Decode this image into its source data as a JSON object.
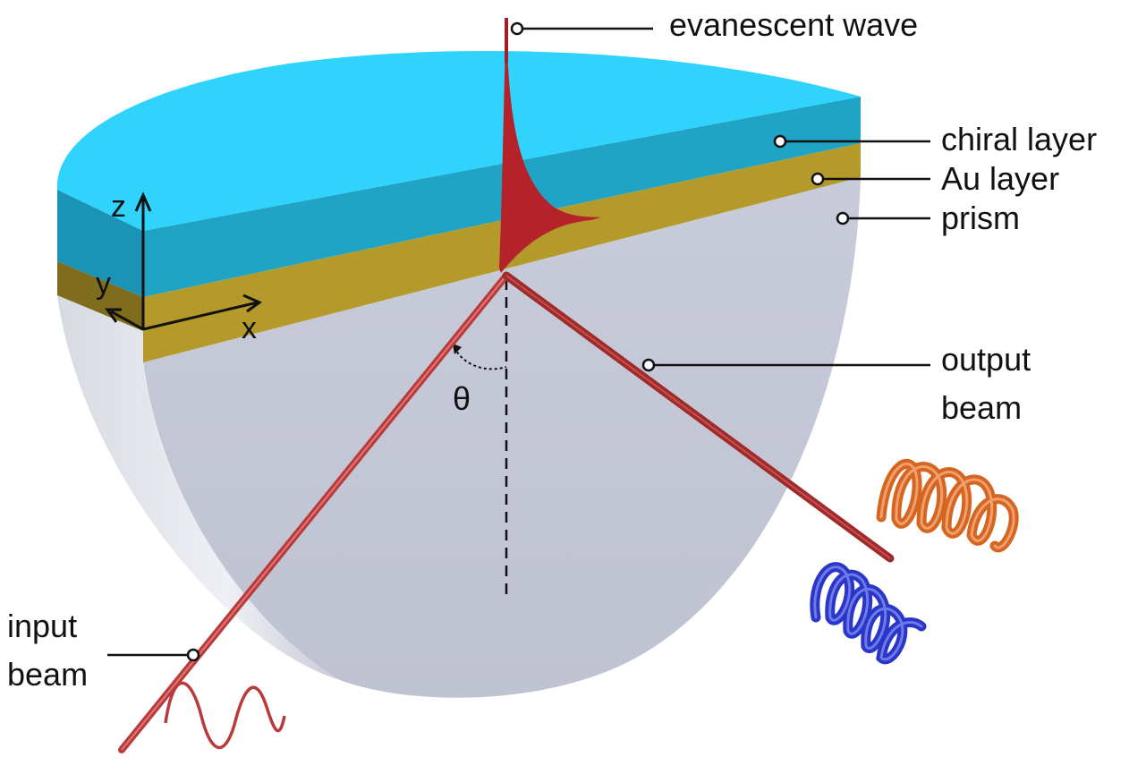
{
  "labels": {
    "evanescent_wave": "evanescent wave",
    "chiral_layer": "chiral layer",
    "au_layer": "Au layer",
    "prism": "prism",
    "output_beam_line1": "output",
    "output_beam_line2": "beam",
    "input_beam_line1": "input",
    "input_beam_line2": "beam"
  },
  "axes": {
    "z": "z",
    "y": "y",
    "x": "x"
  },
  "angle": {
    "symbol": "θ"
  },
  "colors": {
    "chiral_top": "#2fd3fb",
    "chiral_side": "#1fa4c6",
    "au_side": "#b39a2a",
    "prism_face": "#c3c6d6",
    "prism_side": "#e6e8ef",
    "beam": "#b83a3a",
    "evanescent": "#b5222a",
    "helix_orange": "#d5651f",
    "helix_blue": "#2a36c8"
  },
  "icons": {
    "orange_helix": "circular-polarization-helix-orange",
    "blue_helix": "circular-polarization-helix-blue",
    "sine_wave": "linear-polarization-wave"
  }
}
